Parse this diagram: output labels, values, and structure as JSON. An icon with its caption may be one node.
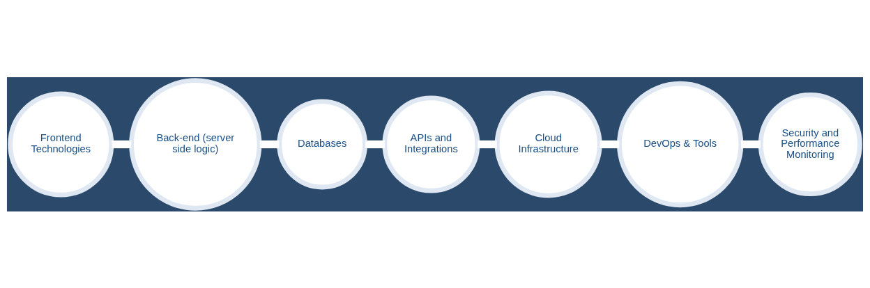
{
  "diagram": {
    "nodes": [
      {
        "text": [
          "Frontend Technologies"
        ]
      },
      {
        "text": [
          "Back-end (server side logic)"
        ]
      },
      {
        "text": [
          "Databases"
        ]
      },
      {
        "text": [
          "APIs and Integrations"
        ]
      },
      {
        "text": [
          "Cloud Infrastructure"
        ]
      },
      {
        "text": [
          "DevOps & Tools"
        ]
      },
      {
        "text": [
          "Security and Performance Monitoring"
        ]
      }
    ],
    "edges": [
      {
        "from": 0,
        "to": 1,
        "arrow": "none"
      },
      {
        "from": 1,
        "to": 2,
        "arrow": "none"
      },
      {
        "from": 2,
        "to": 3,
        "arrow": "none"
      },
      {
        "from": 3,
        "to": 4,
        "arrow": "none"
      },
      {
        "from": 4,
        "to": 5,
        "arrow": "none"
      },
      {
        "from": 5,
        "to": 6,
        "arrow": "none"
      }
    ]
  }
}
